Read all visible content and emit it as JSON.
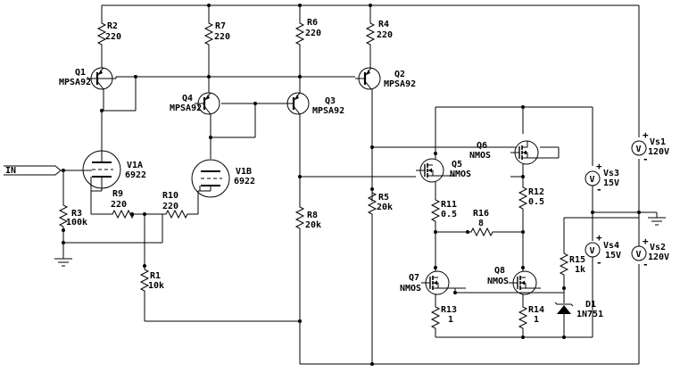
{
  "components": {
    "q1": {
      "name": "Q1",
      "part": "MPSA92"
    },
    "q2": {
      "name": "Q2",
      "part": "MPSA92"
    },
    "q3": {
      "name": "Q3",
      "part": "MPSA92"
    },
    "q4": {
      "name": "Q4",
      "part": "MPSA92"
    },
    "q5": {
      "name": "Q5",
      "part": "NMOS"
    },
    "q6": {
      "name": "Q6",
      "part": "NMOS"
    },
    "q7": {
      "name": "Q7",
      "part": "NMOS"
    },
    "q8": {
      "name": "Q8",
      "part": "NMOS"
    },
    "v1a": {
      "name": "V1A",
      "part": "6922"
    },
    "v1b": {
      "name": "V1B",
      "part": "6922"
    },
    "r1": {
      "name": "R1",
      "value": "10k"
    },
    "r2": {
      "name": "R2",
      "value": "220"
    },
    "r3": {
      "name": "R3",
      "value": "100k"
    },
    "r4": {
      "name": "R4",
      "value": "220"
    },
    "r5": {
      "name": "R5",
      "value": "20k"
    },
    "r6": {
      "name": "R6",
      "value": "220"
    },
    "r7": {
      "name": "R7",
      "value": "220"
    },
    "r8": {
      "name": "R8",
      "value": "20k"
    },
    "r9": {
      "name": "R9",
      "value": "220"
    },
    "r10": {
      "name": "R10",
      "value": "220"
    },
    "r11": {
      "name": "R11",
      "value": "0.5"
    },
    "r12": {
      "name": "R12",
      "value": "0.5"
    },
    "r13": {
      "name": "R13",
      "value": "1"
    },
    "r14": {
      "name": "R14",
      "value": "1"
    },
    "r15": {
      "name": "R15",
      "value": "1k"
    },
    "r16": {
      "name": "R16",
      "value": "8"
    },
    "d1": {
      "name": "D1",
      "part": "1N751"
    },
    "vs1": {
      "name": "Vs1",
      "value": "120V"
    },
    "vs2": {
      "name": "Vs2",
      "value": "120V"
    },
    "vs3": {
      "name": "Vs3",
      "value": "15V"
    },
    "vs4": {
      "name": "Vs4",
      "value": "15V"
    }
  },
  "input_label": "IN",
  "polarity": {
    "plus": "+",
    "minus": "-"
  }
}
